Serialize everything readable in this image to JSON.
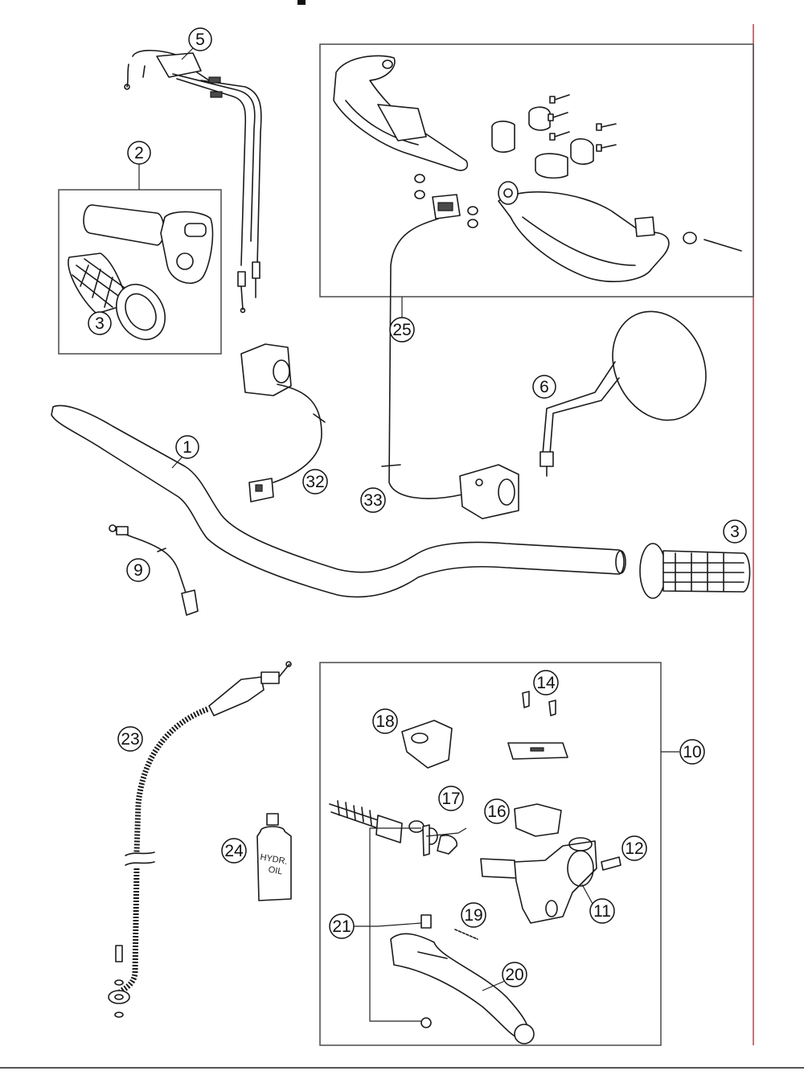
{
  "callouts": {
    "c1": "1",
    "c2": "2",
    "c3a": "3",
    "c3b": "3",
    "c5": "5",
    "c6": "6",
    "c9": "9",
    "c10": "10",
    "c11": "11",
    "c12": "12",
    "c14": "14",
    "c16": "16",
    "c17": "17",
    "c18": "18",
    "c19": "19",
    "c20": "20",
    "c21": "21",
    "c23": "23",
    "c24": "24",
    "c25": "25",
    "c32": "32",
    "c33": "33"
  },
  "bottle_label": {
    "line1": "HYDR.",
    "line2": "OIL"
  },
  "colors": {
    "line": "#1a1a1a",
    "accent_red": "#e0303a",
    "box": "#555555"
  }
}
